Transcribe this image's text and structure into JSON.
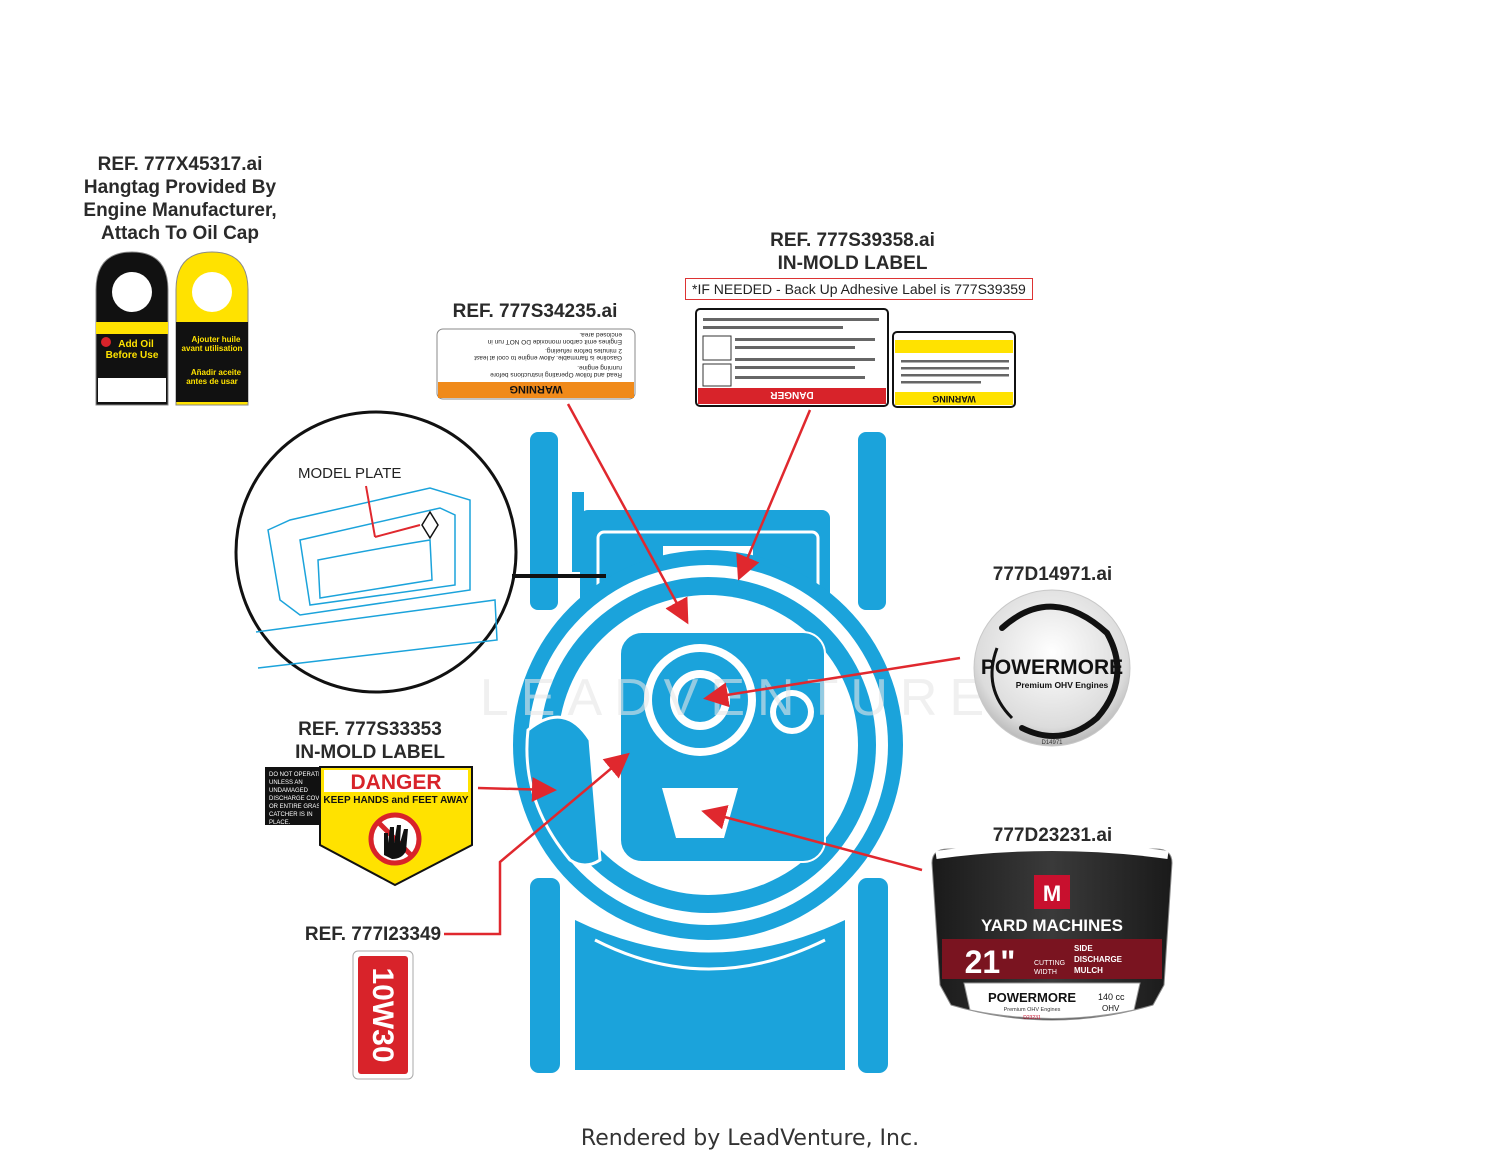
{
  "refs": {
    "hangtag": [
      "REF. 777X45317.ai",
      "Hangtag Provided By",
      "Engine Manufacturer,",
      "Attach To Oil Cap"
    ],
    "warning_label": "REF. 777S34235.ai",
    "inmold_top": [
      "REF. 777S39358.ai",
      "IN-MOLD LABEL"
    ],
    "inmold_top_note": "*IF NEEDED - Back Up Adhesive Label is 777S39359",
    "powermore_decal": "777D14971.ai",
    "inmold_danger": [
      "REF. 777S33353",
      "IN-MOLD LABEL"
    ],
    "oil_label": "REF. 777I23349",
    "yard_machines_decal": "777D23231.ai"
  },
  "model_plate_label": "MODEL PLATE",
  "hangtag_labels": {
    "add_oil": [
      "Add Oil",
      "Before Use"
    ],
    "ajouter": [
      "Ajouter huile",
      "avant utilisation"
    ],
    "anadir": [
      "Añadir aceite",
      "antes de usar"
    ]
  },
  "warning_label_texts": [
    "WARNING",
    "Read and follow Operating instructions before",
    "running engine.",
    "Gasoline is flammable. Allow engine to cool at least",
    "2 minutes before refueling.",
    "Engines emit carbon monoxide DO NOT run in",
    "enclosed area."
  ],
  "danger_label": {
    "side_text": [
      "DO NOT OPERATE",
      "UNLESS AN",
      "UNDAMAGED",
      "DISCHARGE COVER",
      "OR ENTIRE GRASS",
      "CATCHER IS IN",
      "PLACE."
    ],
    "title": "DANGER",
    "subtitle": "KEEP HANDS and FEET AWAY"
  },
  "inmold_top_texts": [
    "DANGER",
    "WARNING"
  ],
  "oil_text": "10W30",
  "powermore": {
    "brand": "POWERMORE",
    "tagline": "Premium OHV Engines",
    "code": "D14971"
  },
  "yard_machines": {
    "brand": "YARD MACHINES",
    "size": "21\"",
    "cutting": [
      "CUTTING",
      "WIDTH"
    ],
    "modes": [
      "SIDE",
      "DISCHARGE",
      "MULCH"
    ],
    "engine_brand": "POWERMORE",
    "engine_tagline": "Premium OHV Engines",
    "displacement": "140 cc",
    "type": "OHV",
    "code": "D23231"
  },
  "watermark": "LEADVENTURE",
  "footer": "Rendered by LeadVenture, Inc.",
  "colors": {
    "mower_blue": "#1ba3db",
    "arrow_red": "#e0282e",
    "warning_orange": "#f08a1a",
    "danger_yellow": "#ffe200",
    "danger_red": "#d8232a",
    "decal_maroon": "#7a1420"
  }
}
